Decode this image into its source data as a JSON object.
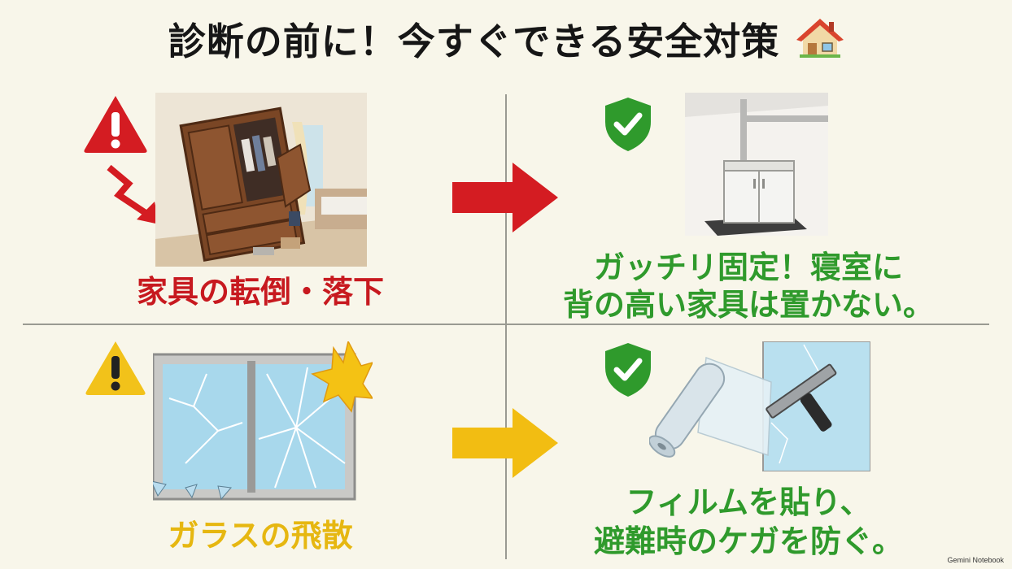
{
  "title": "診断の前に！今すぐできる安全対策",
  "icons": {
    "title": "house-icon",
    "warning_red": "warning-triangle-red-icon",
    "warning_yellow": "warning-triangle-yellow-icon",
    "check_shield": "check-shield-icon",
    "arrow_red": "arrow-right-red-icon",
    "arrow_yellow": "arrow-right-yellow-icon"
  },
  "colors": {
    "red": "#c7191f",
    "yellow": "#e6b711",
    "green": "#2f9a2c",
    "background": "#f8f6ea"
  },
  "rows": [
    {
      "hazard_caption": "家具の転倒・落下",
      "solution_lines": [
        "ガッチリ固定！寝室に",
        "背の高い家具は置かない。"
      ]
    },
    {
      "hazard_caption": "ガラスの飛散",
      "solution_lines": [
        "フィルムを貼り、",
        "避難時のケガを防ぐ。"
      ]
    }
  ],
  "footer": "Gemini Notebook"
}
